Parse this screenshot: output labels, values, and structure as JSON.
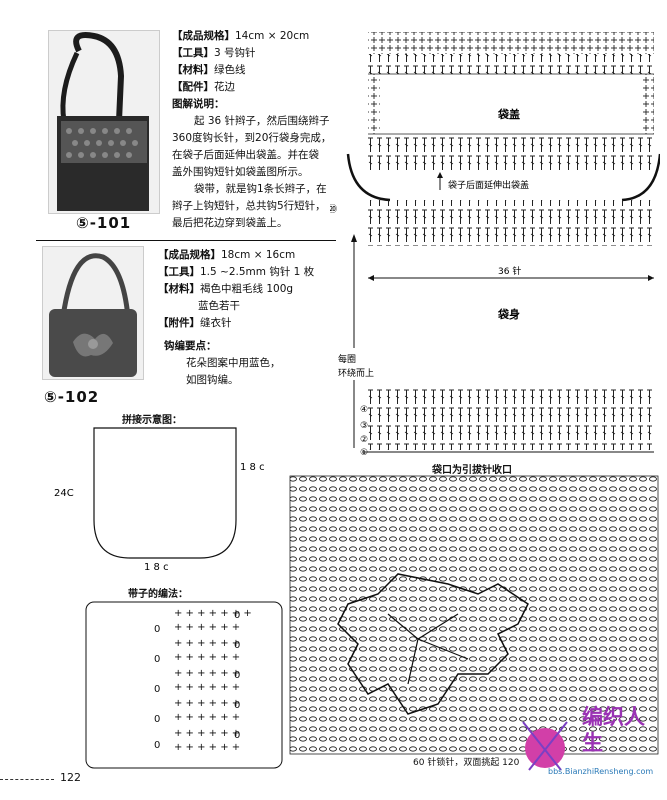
{
  "p101": {
    "code": "⑤-101",
    "specs": [
      {
        "key": "【成品规格】",
        "val": "14cm × 20cm"
      },
      {
        "key": "【工具】",
        "val": "3 号钩针"
      },
      {
        "key": "【材料】",
        "val": "绿色线"
      },
      {
        "key": "【配件】",
        "val": "花边"
      }
    ],
    "diagram_heading": "图解说明：",
    "desc_lines": [
      "起 36 针辫子，然后围绕辫子",
      "360度钩长针，到20行袋身完成，",
      "在袋子后面延伸出袋盖。并在袋",
      "盖外围钩短针如袋盖图所示。",
      "袋带，就是钩1条长辫子，在",
      "辫子上钩短针，总共钩5行短针，",
      "最后把花边穿到袋盖上。"
    ]
  },
  "p102": {
    "code": "⑤-102",
    "specs": [
      {
        "key": "【成品规格】",
        "val": "18cm × 16cm"
      },
      {
        "key": "【工具】",
        "val": "1.5 ~2.5mm 钩针 1 枚"
      },
      {
        "key": "【材料】",
        "val": "褐色中粗毛线 100g"
      },
      {
        "key": "",
        "val": "蓝色若干"
      },
      {
        "key": "【附件】",
        "val": "缝衣针"
      }
    ],
    "notes_heading": "钩编要点：",
    "notes_lines": [
      "花朵图案中用蓝色，",
      "如图钩编。"
    ]
  },
  "chart101": {
    "flap_label": "袋盖",
    "extend_label": "袋子后面延伸出袋盖",
    "body_label": "袋身",
    "width_label": "36 针",
    "round_label_1": "每圈",
    "round_label_2": "环绕而上",
    "row_numbers": [
      "①",
      "②",
      "③",
      "④"
    ],
    "top_row_number": "⑳"
  },
  "assembly": {
    "title": "拼接示意图：",
    "height_label": "24C",
    "side_label": "1 8 c",
    "bottom_label": "1 8 c"
  },
  "strap": {
    "title": "带子的编法："
  },
  "chart102": {
    "top_label": "袋口为引拔针收口",
    "bottom_label": "60 针锁针，双面挑起 120"
  },
  "footer": {
    "page_number": "122"
  },
  "watermark": {
    "logo_text": "编织人生",
    "url": "bbs.BianzhiRensheng.com"
  }
}
